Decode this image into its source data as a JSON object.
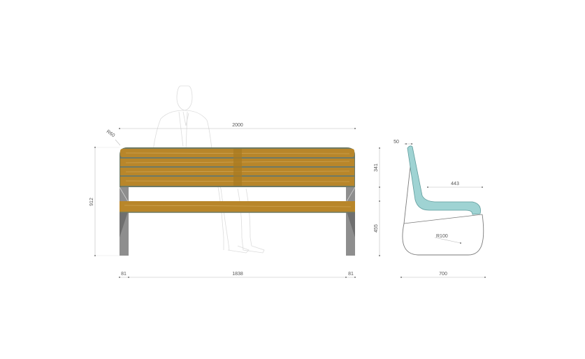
{
  "colors": {
    "background": "#ffffff",
    "wood": "#b8862a",
    "wood_dark": "#8a6318",
    "wood_highlight": "#d8b063",
    "frame": "#8e8e8e",
    "frame_dark": "#5d5d5d",
    "seat_shell": "#9fd3d3",
    "seat_shell_edge": "#5f9c9c",
    "profile_line": "#7a7a7a",
    "dimension": "#bdbdbd",
    "text": "#555555"
  },
  "front_view": {
    "overall_width": "2000",
    "overall_height": "912",
    "corner_radius": "R60",
    "leg_width_left": "81",
    "span_between_legs": "1838",
    "leg_width_right": "81"
  },
  "side_view": {
    "shell_top_thickness": "50",
    "back_height": "341",
    "seat_depth": "443",
    "seat_height": "455",
    "base_radius": "R100",
    "overall_depth": "700"
  }
}
